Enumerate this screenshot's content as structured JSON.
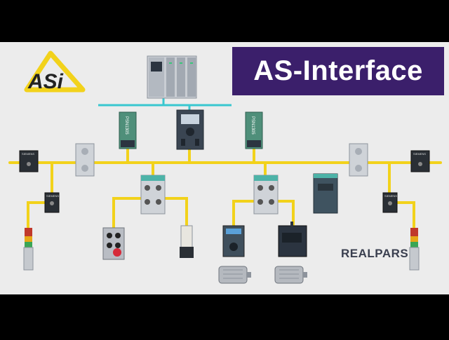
{
  "title": "AS-Interface",
  "logo": {
    "text": "ASi"
  },
  "brand": {
    "name": "REALPARS"
  },
  "device_labels": {
    "siemens": "SIEMENS",
    "psu_left": "PSN1305",
    "psu_right": "PSN1305"
  },
  "colors": {
    "background": "#ececec",
    "letterbox": "#000000",
    "title_box": "#3b1f6b",
    "bus_yellow": "#f2d21b",
    "ethernet_cyan": "#39c7cf",
    "device_gray": "#b9bdc4",
    "module_teal": "#4db3a8",
    "brand_text": "#3a3f4f"
  }
}
